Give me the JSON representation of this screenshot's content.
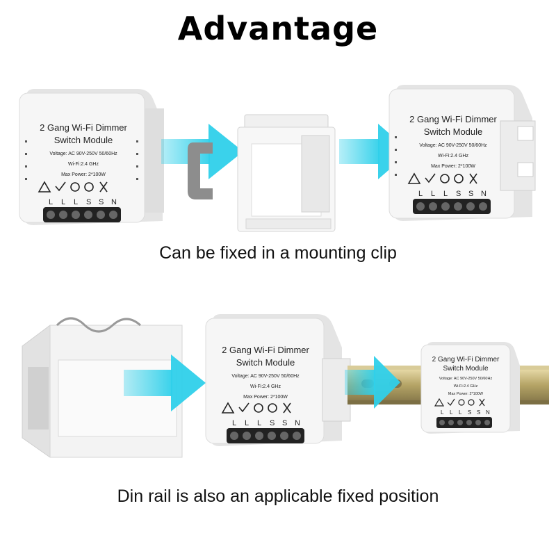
{
  "title": "Advantage",
  "captions": {
    "clip": "Can be fixed in a mounting clip",
    "din": "Din rail is also an applicable fixed position"
  },
  "module": {
    "line1": "2 Gang Wi-Fi Dimmer",
    "line2": "Switch Module",
    "voltage": "Voltage: AC 90V-250V  50/60Hz",
    "wifi": "Wi-Fi:2.4 GHz",
    "power": "Max Power: 2*100W",
    "terminals": [
      "L",
      "L",
      "L",
      "S",
      "S",
      "N"
    ]
  },
  "colors": {
    "arrow": "#2fd0ea",
    "body": "#f2f2f2",
    "terminal": "#222222"
  }
}
